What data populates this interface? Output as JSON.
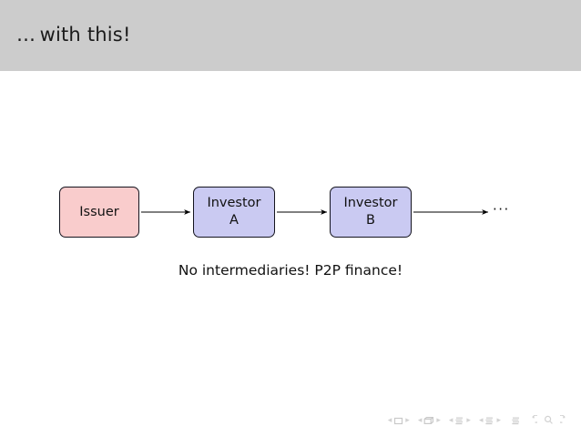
{
  "slide": {
    "frame_title": "… with this!",
    "background_color": "#ffffff",
    "header_color": "#cccccc"
  },
  "diagram": {
    "type": "flow-chain",
    "nodes": [
      {
        "id": "issuer",
        "label": "Issuer",
        "fill": "#f9cccc",
        "border": "#14141e"
      },
      {
        "id": "investor-a",
        "label": "Investor\nA",
        "fill": "#cacaf2",
        "border": "#14141e"
      },
      {
        "id": "investor-b",
        "label": "Investor\nB",
        "fill": "#cacaf2",
        "border": "#14141e"
      }
    ],
    "edges": [
      {
        "from": "issuer",
        "to": "investor-a"
      },
      {
        "from": "investor-a",
        "to": "investor-b"
      },
      {
        "from": "investor-b",
        "to": "ellipsis"
      }
    ],
    "trailing_ellipsis": "···",
    "caption": "No intermediaries!  P2P finance!"
  },
  "navigation": {
    "groups": [
      {
        "icon": "slide-nav-icon",
        "label": "slide"
      },
      {
        "icon": "frame-nav-icon",
        "label": "frame"
      },
      {
        "icon": "subsection-nav-icon",
        "label": "subsection"
      },
      {
        "icon": "section-nav-icon",
        "label": "section"
      }
    ],
    "tail": [
      {
        "icon": "presentation-nav-icon",
        "label": "presentation"
      },
      {
        "icon": "back-nav-icon",
        "label": "back"
      },
      {
        "icon": "search-nav-icon",
        "label": "search"
      },
      {
        "icon": "forward-nav-icon",
        "label": "forward"
      }
    ],
    "prev_glyph": "◂",
    "next_glyph": "▸"
  }
}
